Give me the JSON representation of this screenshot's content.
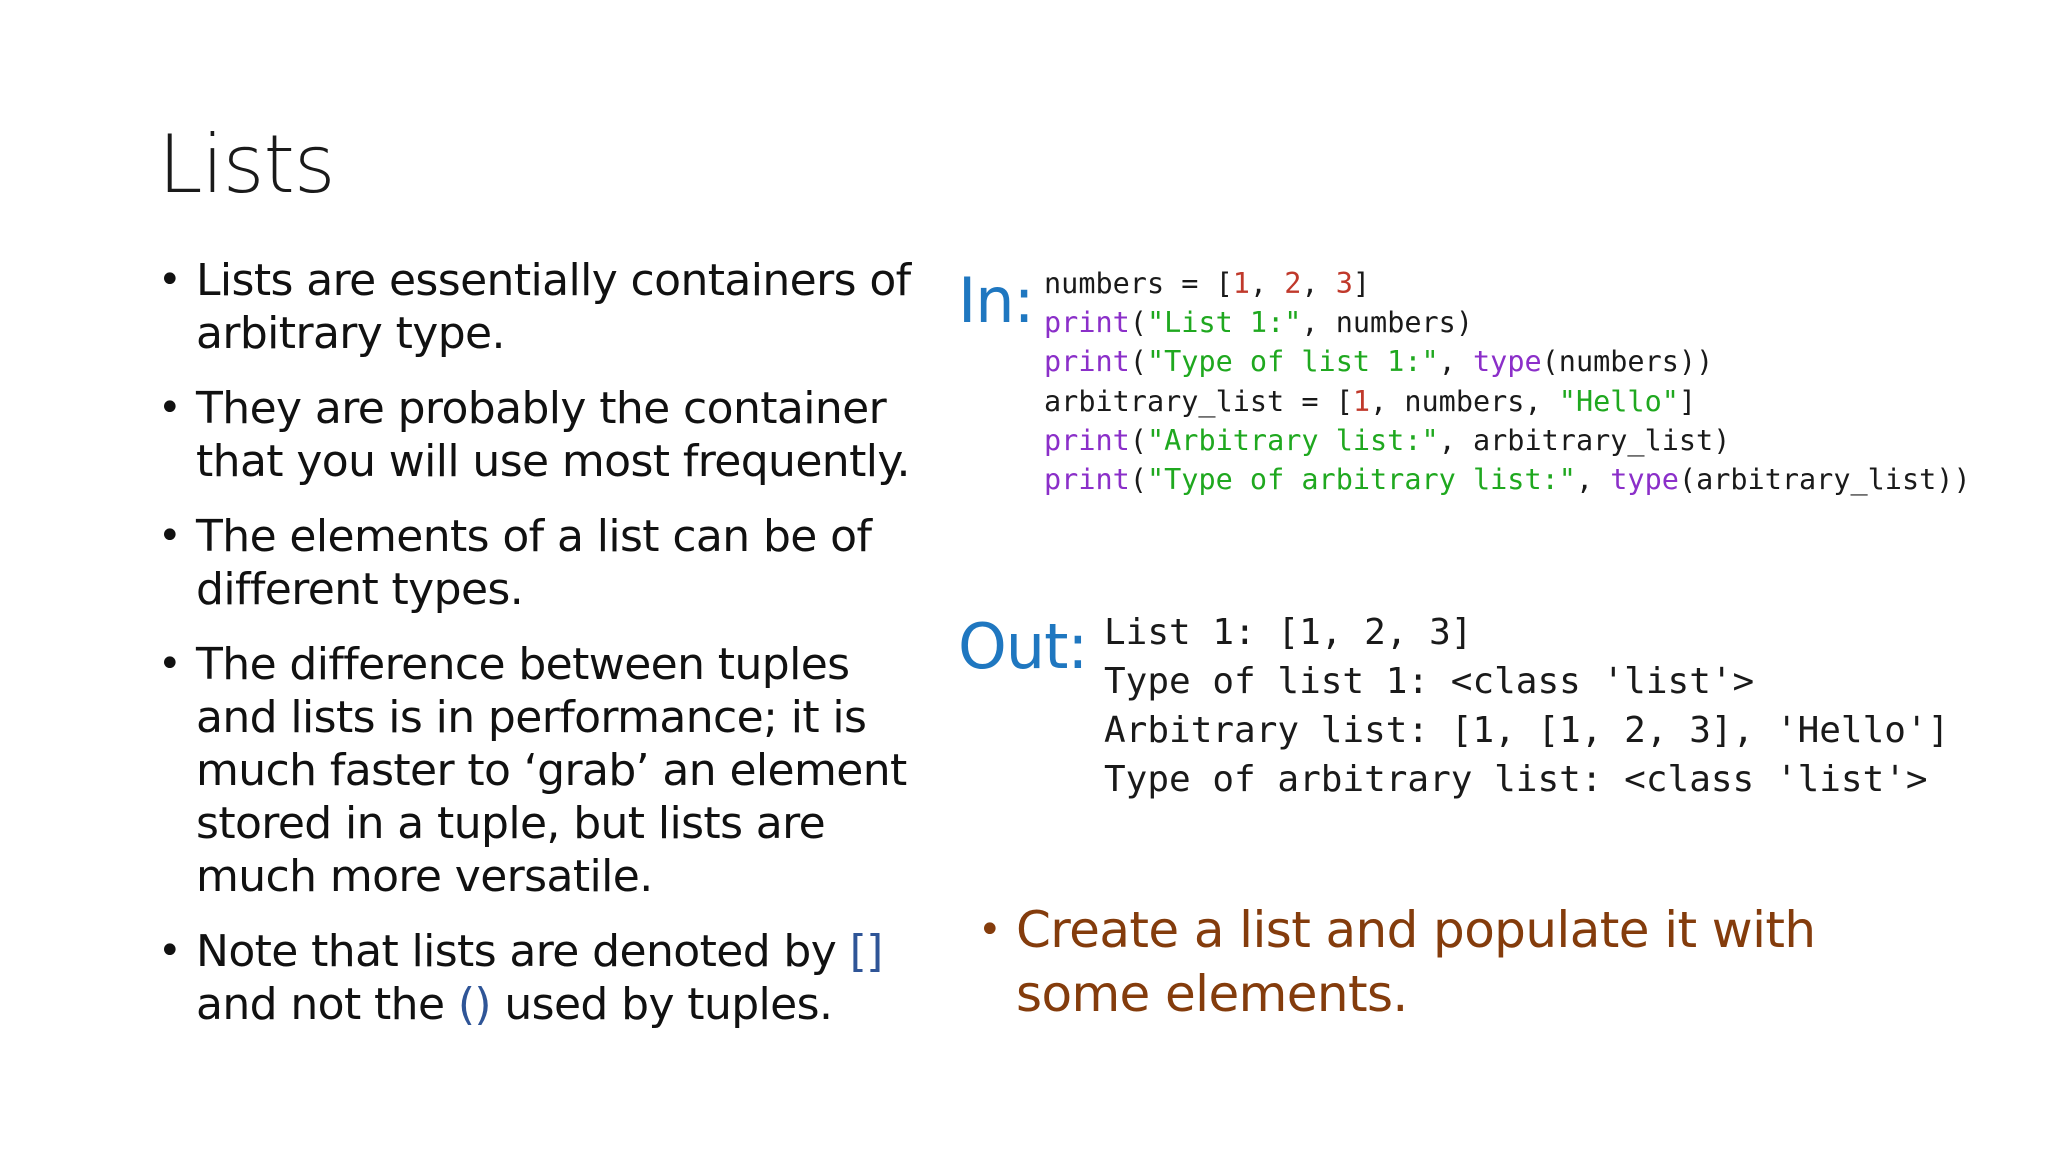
{
  "slide": {
    "title": "Lists",
    "bullets": [
      "Lists are essentially containers of arbitrary type.",
      "They are probably the container that you will use most frequently.",
      "The elements of a list can be of different types.",
      "The difference between tuples and lists is in performance; it is much faster to ‘grab’ an element stored in a tuple, but lists are much more versatile."
    ],
    "last_bullet": {
      "part1": "Note that lists are denoted by ",
      "brackets": "[]",
      "part2": "and not the ",
      "parens": "()",
      "part3": " used by tuples."
    },
    "bullet_glyph": "•",
    "in_label": "In:",
    "out_label": "Out:",
    "code_in": {
      "l1_a": "numbers = [",
      "l1_n1": "1",
      "l1_sep1": ", ",
      "l1_n2": "2",
      "l1_sep2": ", ",
      "l1_n3": "3",
      "l1_b": "]",
      "print_kw": "print",
      "type_kw": "type",
      "l2_str": "\"List 1:\"",
      "l2_rest": ", numbers)",
      "l3_str": "\"Type of list 1:\"",
      "l3_mid": ", ",
      "l3_rest": "(numbers))",
      "l4_a": "arbitrary_list = [",
      "l4_n1": "1",
      "l4_mid": ", numbers, ",
      "l4_str": "\"Hello\"",
      "l4_b": "]",
      "l5_str": "\"Arbitrary list:\"",
      "l5_rest": ", arbitrary_list)",
      "l6_str": "\"Type of arbitrary list:\"",
      "l6_mid": ", ",
      "l6_rest": "(arbitrary_list))",
      "open_paren": "("
    },
    "code_out": [
      "List 1: [1, 2, 3]",
      "Type of list 1: <class 'list'>",
      "Arbitrary list: [1, [1, 2, 3], 'Hello']",
      "Type of arbitrary list: <class 'list'>"
    ],
    "exercise": "Create a list and populate it with some elements.",
    "colors": {
      "accent_blue": "#2f5597",
      "label_blue": "#1f77c0",
      "exercise_brown": "#843c0c",
      "code_keyword": "#8b2fc9",
      "code_string": "#1fa81f",
      "code_number": "#c0392b"
    }
  }
}
